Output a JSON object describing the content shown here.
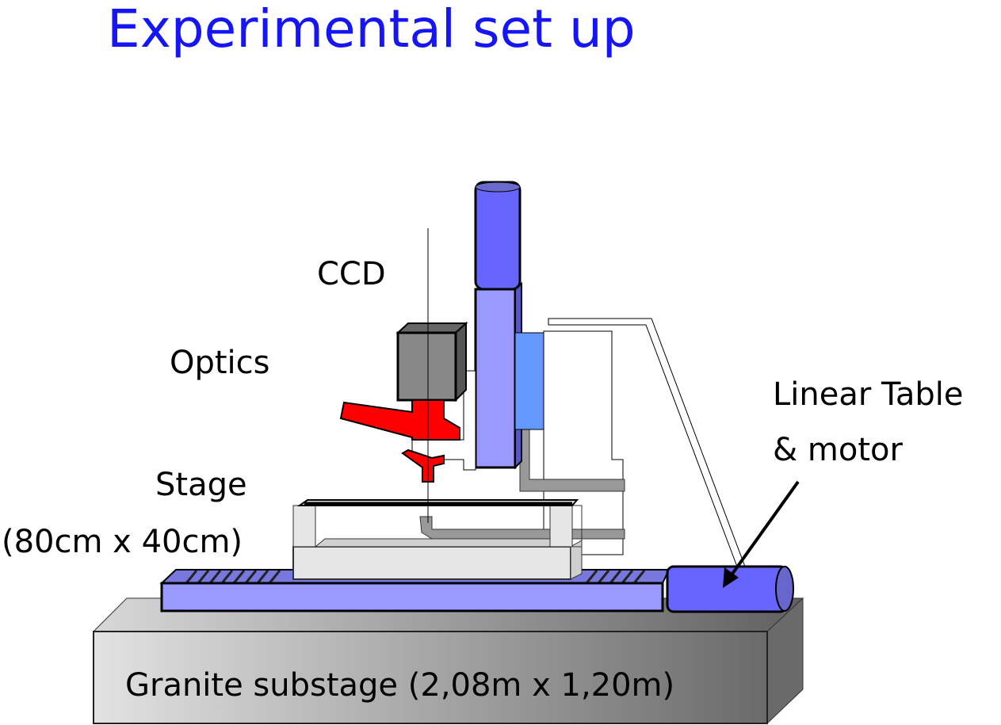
{
  "title": "Experimental set up",
  "labels": {
    "ccd": "CCD",
    "optics": "Optics",
    "stage": "Stage",
    "stage_size": "(80cm x 40cm)",
    "linear_table_1": "Linear Table",
    "linear_table_2": "& motor",
    "granite": "Granite substage (2,08m x 1,20m)"
  },
  "colors": {
    "title": "#1515f5",
    "column": "#9999ff",
    "cylinder": "#6666ff",
    "optics": "#ff0000",
    "block": "#6699ff"
  }
}
